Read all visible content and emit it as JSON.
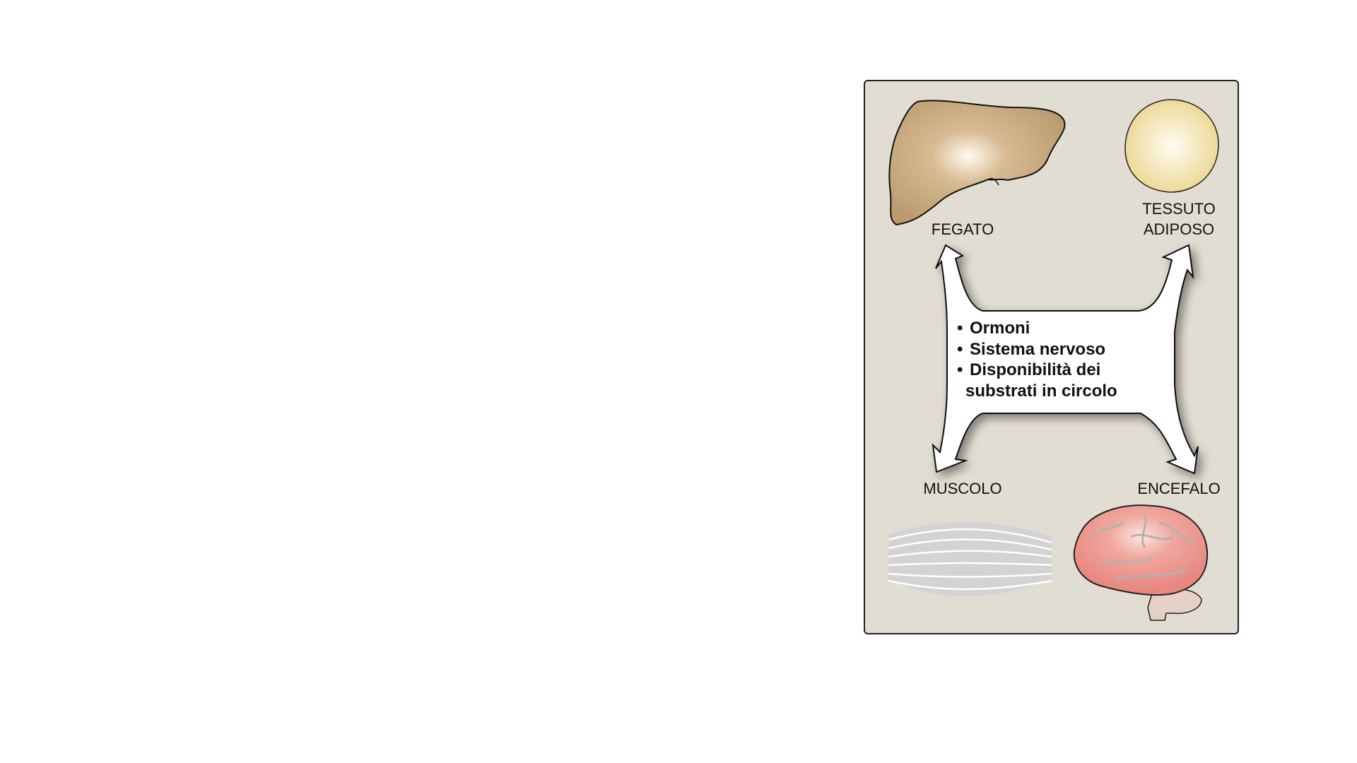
{
  "labels": {
    "liver": "FEGATO",
    "adipose_line1": "TESSUTO",
    "adipose_line2": "ADIPOSO",
    "muscle": "MUSCOLO",
    "brain": "ENCEFALO"
  },
  "center_box": {
    "items": [
      "Ormoni",
      "Sistema nervoso",
      "Disponibilità dei"
    ],
    "continuation": "substrati in circolo"
  },
  "colors": {
    "panel": "#e2ddd2",
    "liver": "#c19f74",
    "fat": "#f0dfa0",
    "brain": "#eb8f86",
    "muscle": "#d0d0d0"
  }
}
